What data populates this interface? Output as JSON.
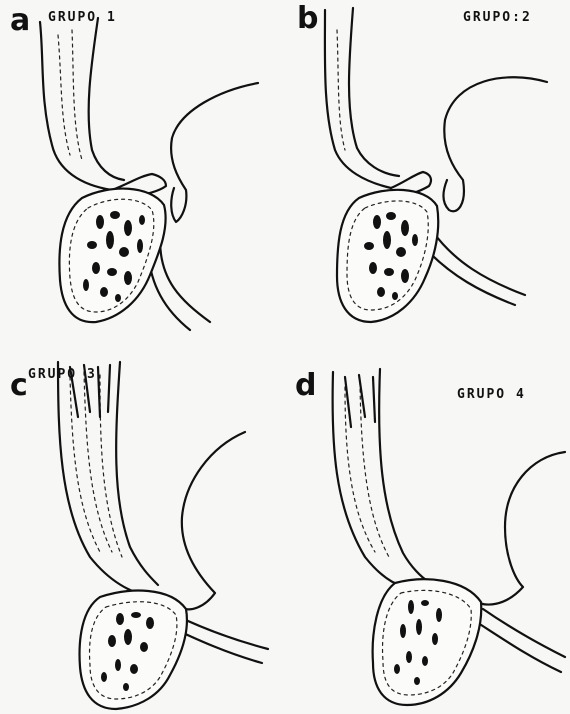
{
  "panels": [
    {
      "letter": "a",
      "group": "GRUPO 1"
    },
    {
      "letter": "b",
      "group": "GRUPO:2"
    },
    {
      "letter": "c",
      "group": "GRUPO 3"
    },
    {
      "letter": "d",
      "group": "GRUPO 4"
    }
  ]
}
